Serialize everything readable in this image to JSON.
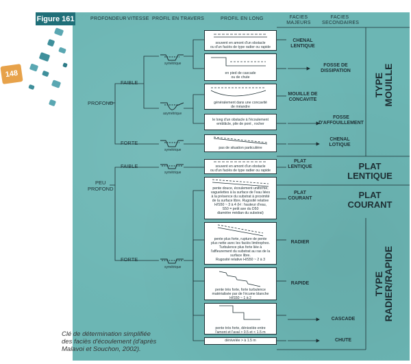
{
  "figure": {
    "badge": "Figure 161",
    "page_number": "148"
  },
  "headers": {
    "profondeur": "PROFONDEUR",
    "vitesse": "VITESSE",
    "profil_travers": "PROFIL EN TRAVERS",
    "profil_long": "PROFIL EN LONG",
    "facies_majeurs": "FACIES\nMAJEURS",
    "facies_secondaires": "FACIES\nSECONDAIRES"
  },
  "depth": {
    "profond": "PROFOND",
    "peu_profond": "PEU\nPROFOND"
  },
  "speed": {
    "faible_1": "FAIBLE",
    "forte_1": "FORTE",
    "faible_2": "FAIBLE",
    "forte_2": "FORTE"
  },
  "symetrie": {
    "s1": "symétrique",
    "s2": "asymétrique",
    "s3": "symétrique",
    "s4": "symétrique",
    "s5": "symétrique"
  },
  "profile_boxes": [
    "souvent en amont d'un obstacle\nou d'un faciès de type radier ou rapide",
    "en pied de cascade\nou de chute",
    "généralement dans une concavité\nde méandre",
    "le long d'un obstacle à l'écoulement\nemblâcle, pile de pont , rocher",
    "pas de situation particulière",
    "souvent en amont d'un obstacle\nou d'un faciès de type radier ou rapide",
    "pente douce, écoulement uniforme,\nvaguelettes à la surface de l'eau liées\nà la présence du substrat à proximité\nde la surface libre. Rugosité relative\nH/S50 ~ 3 à 4  (H : hauteur d'eau,\nS50 = petit axe du D50\ndiamètre médian du substrat)",
    "pente plus forte, rupture de pente\nplus nette avec les faciès limitrophes.\nTurbulence plus forte liée à\nl'affleurement du substrat au ras de la\nsurface libre.\nRugosité relative H/S50 ~ 2 à 3",
    "pente très forte, forte turbulence\nmatérialisée par de l'écume blanche\nH/S50 ~ 1 à 2",
    "pente très forte, dénivelée entre\nl'amont et l'aval > 0.5 et < 1.5 m",
    "dénivelée > à 1.5 m"
  ],
  "facies_majeurs": {
    "chenal_lentique": "CHENAL\nLENTIQUE",
    "mouille_concavite": "MOUILLE DE\nCONCAVITE",
    "plat_lentique": "PLAT\nLENTIQUE",
    "plat_courant": "PLAT\nCOURANT",
    "radier": "RADIER",
    "rapide": "RAPIDE"
  },
  "facies_secondaires": {
    "fosse_dissipation": "FOSSE DE\nDISSIPATION",
    "fosse_affouillement": "FOSSE\nD'AFFOUILLEMENT",
    "chenal_lotique": "CHENAL\nLOTIQUE",
    "cascade": "CASCADE",
    "chute": "CHUTE"
  },
  "types": {
    "mouille": "TYPE\nMOUILLE",
    "plat_lentique": "PLAT\nLENTIQUE",
    "plat_courant": "PLAT\nCOURANT",
    "radier_rapide": "TYPE\nRADIER/RAPIDE"
  },
  "caption": "Clé de détermination simplifiée\ndes faciès d'écoulement (d'après\nMalavoi et Souchon, 2002)."
}
